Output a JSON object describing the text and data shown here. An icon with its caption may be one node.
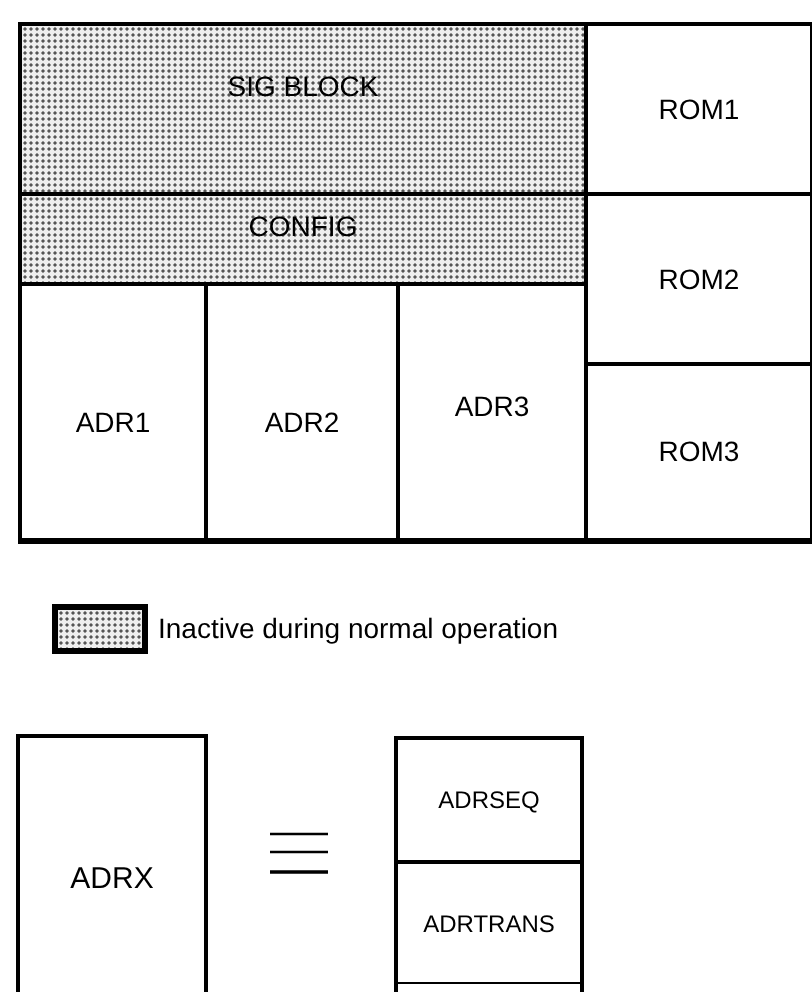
{
  "diagram": {
    "nodes": [
      {
        "text": [
          "SIG BLOCK"
        ]
      },
      {
        "text": [
          "ROM1"
        ]
      },
      {
        "text": [
          "CONFIG"
        ]
      },
      {
        "text": [
          "ROM2"
        ]
      },
      {
        "text": [
          "ADR1"
        ]
      },
      {
        "text": [
          "ADR2"
        ]
      },
      {
        "text": [
          "ADR3"
        ]
      },
      {
        "text": [
          "ROM3"
        ]
      },
      {
        "text": [
          "ADRX"
        ]
      },
      {
        "text": [],
        "shape": "box"
      },
      {
        "text": [
          "ADRSEQ"
        ],
        "in": 9
      },
      {
        "text": [
          "ADRTRANS"
        ],
        "in": 9
      }
    ],
    "legend": [
      {
        "text": "Inactive during normal operation"
      }
    ]
  }
}
